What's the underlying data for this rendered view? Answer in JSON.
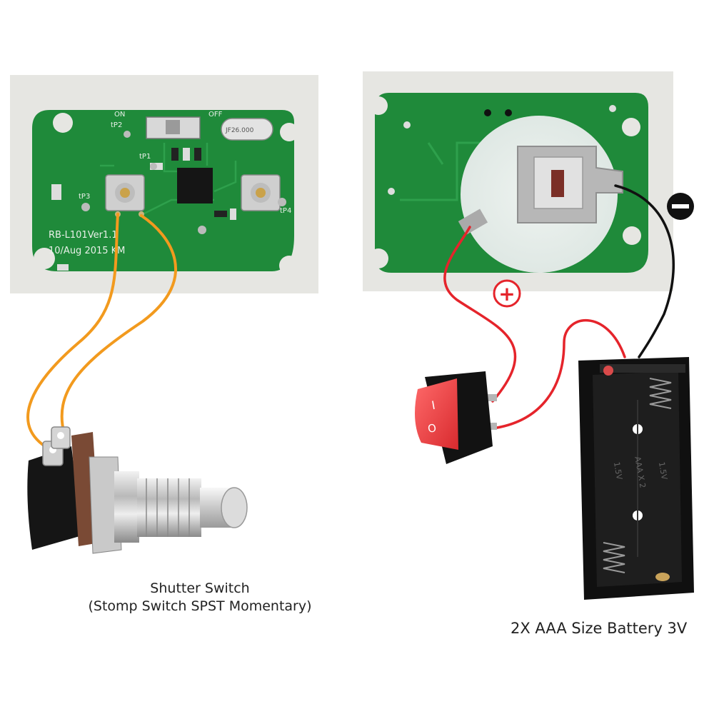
{
  "pcb_front": {
    "silkscreen": {
      "on": "ON",
      "off": "OFF",
      "tp1": "tP1",
      "tp2": "tP2",
      "tp3": "tP3",
      "tp4": "tP4",
      "model": "RB-L101Ver1.1",
      "date": "10/Aug 2015 KM",
      "crystal": "JF26.000"
    }
  },
  "battery_holder": {
    "markings": {
      "text_left": "1.5V",
      "text_middle": "AAA X 2",
      "text_right": "1.5V"
    }
  },
  "polarity": {
    "positive_symbol": "+",
    "negative_symbol": "−"
  },
  "rocker_switch": {
    "on_mark": "I",
    "off_mark": "O"
  },
  "captions": {
    "shutter_line1": "Shutter Switch",
    "shutter_line2": "(Stomp Switch SPST Momentary)",
    "battery": "2X AAA Size Battery 3V"
  },
  "colors": {
    "pcb_green": "#1f8a3a",
    "shutter_wire": "#f29a1e",
    "positive_wire": "#e5242b",
    "negative_wire": "#111111",
    "rocker_red": "#e8393c"
  }
}
